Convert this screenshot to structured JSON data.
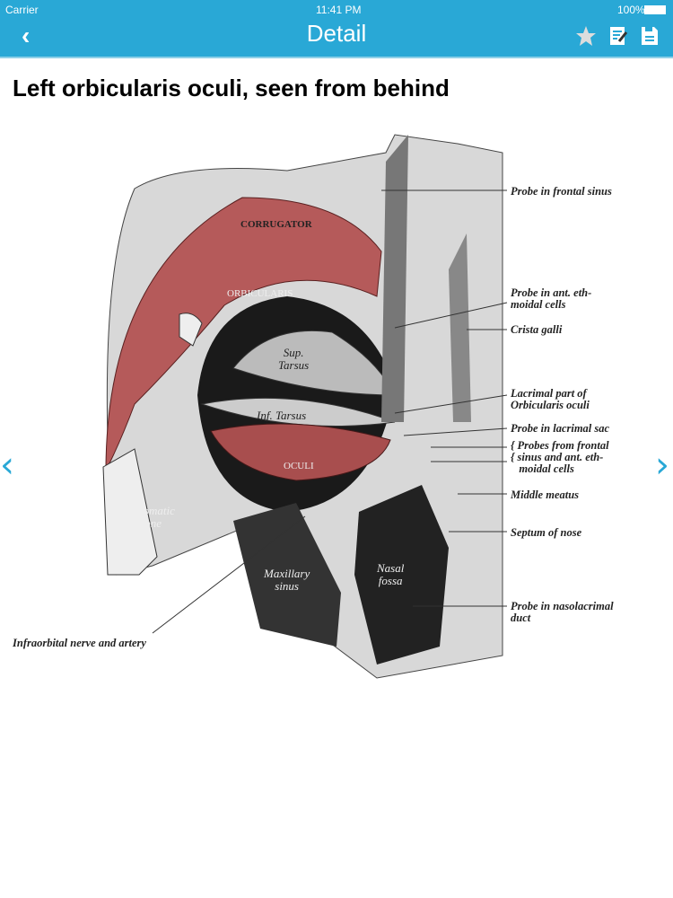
{
  "status": {
    "carrier": "Carrier",
    "time": "11:41 PM",
    "battery": "100%"
  },
  "nav": {
    "title": "Detail",
    "back": "‹"
  },
  "page": {
    "title": "Left orbicularis oculi, seen from behind"
  },
  "figure": {
    "inner_labels": {
      "corrugator": "CORRUGATOR",
      "orbicularis": "ORBICULARIS",
      "sup_tarsus": "Sup.\nTarsus",
      "inf_tarsus": "Inf. Tarsus",
      "oculi": "OCULI",
      "zygomatic": "Zygomatic\nbone",
      "maxillary": "Maxillary\nsinus",
      "nasal": "Nasal\nfossa"
    },
    "labels": [
      "Probe in frontal sinus",
      "Probe in ant. eth-\nmoidal cells",
      "Crista galli",
      "Lacrimal part of\nOrbicularis oculi",
      "Probe in lacrimal sac",
      "{ Probes from frontal\n{ sinus and ant. eth-\n   moidal cells",
      "Middle meatus",
      "Septum of nose",
      "Probe in nasolacrimal\nduct",
      "Infraorbital nerve and artery"
    ]
  },
  "pager": {
    "prev": "‹",
    "next": "›"
  },
  "colors": {
    "accent": "#29a8d6",
    "muscle": "#b55a5a"
  }
}
